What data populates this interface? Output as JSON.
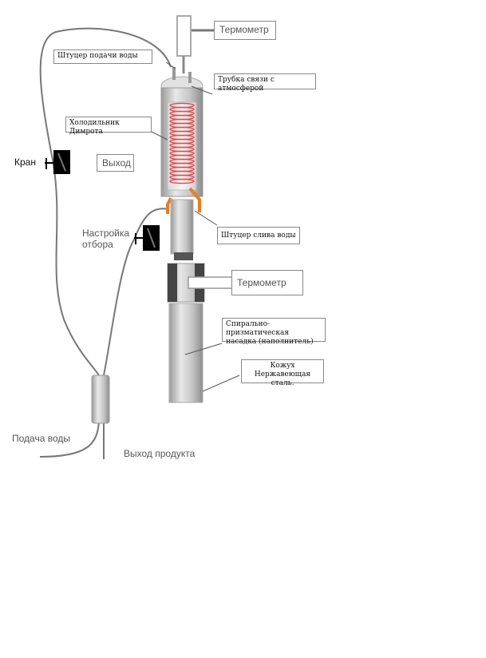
{
  "labels": {
    "thermometer_top": "Термометр",
    "water_inlet_fitting": "Штуцер подачи воды",
    "atmosphere_tube": "Трубка связи с атмосферой",
    "dimroth_condenser": "Холодильник Димрота",
    "valve": "Кран",
    "outlet": "Выход",
    "draw_off_adjust": "Настройка отбора",
    "water_drain_fitting": "Штуцер слива воды",
    "thermometer_mid": "Термометр",
    "packing": "Спирально-призматическая насадка (наполнитель)",
    "jacket": "Кожух Нержавеющая сталь.",
    "water_supply": "Подача воды",
    "product_outlet": "Выход продукта"
  },
  "colors": {
    "column_steel": "#c8c8c8",
    "coil_red": "#e05050",
    "fitting_orange": "#f07a1a",
    "pipe_gray": "#777777",
    "valve_black": "#000000"
  }
}
